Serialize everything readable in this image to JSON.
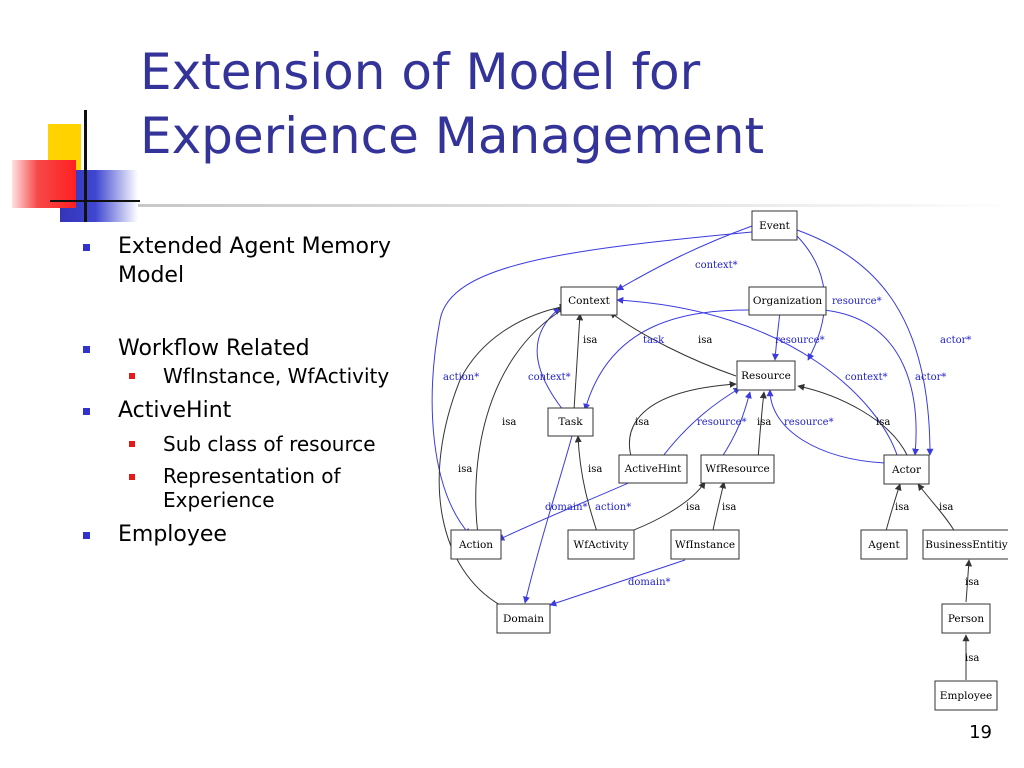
{
  "slide": {
    "title_line1": "Extension of Model for",
    "title_line2": "Experience Management",
    "page_number": "19"
  },
  "bullets": {
    "item1_line1": "Extended Agent Memory",
    "item1_line2": "Model",
    "item2": "Workflow Related",
    "item2_sub1": "WfInstance, WfActivity",
    "item3": "ActiveHint",
    "item3_sub1": "Sub class of resource",
    "item3_sub2_line1": "Representation of",
    "item3_sub2_line2": "Experience",
    "item4": "Employee"
  },
  "diagram": {
    "nodes": {
      "event": "Event",
      "context": "Context",
      "organization": "Organization",
      "resource": "Resource",
      "task": "Task",
      "activehint": "ActiveHint",
      "wfresource": "WfResource",
      "actor": "Actor",
      "action": "Action",
      "wfactivity": "WfActivity",
      "wfinstance": "WfInstance",
      "agent": "Agent",
      "businessentity": "BusinessEntitiy",
      "domain": "Domain",
      "person": "Person",
      "employee": "Employee"
    },
    "labels": {
      "context_star": "context*",
      "resource_star": "resource*",
      "actor_star": "actor*",
      "action_star": "action*",
      "domain_star": "domain*",
      "task": "task",
      "isa": "isa"
    },
    "colors": {
      "relation": "#3b3be0",
      "isa": "#333333"
    }
  }
}
